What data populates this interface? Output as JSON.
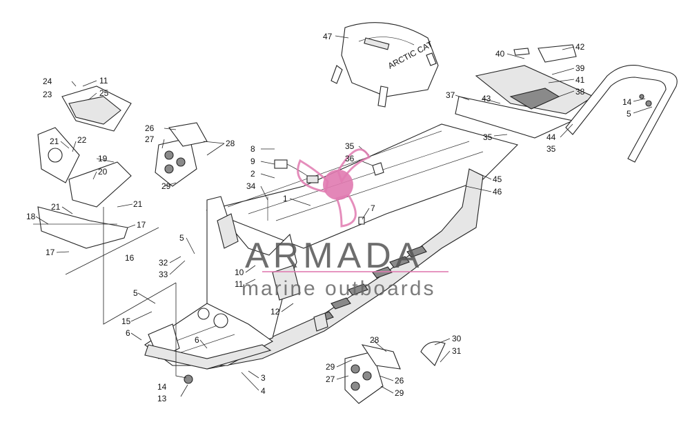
{
  "watermark": {
    "brand": "ARMADA",
    "tagline": "marine outboards",
    "logo_color": "#e07ab0"
  },
  "decal_text": "ARCTIC CAT",
  "callouts": [
    {
      "id": "c47",
      "text": "47"
    },
    {
      "id": "c42",
      "text": "42"
    },
    {
      "id": "c40",
      "text": "40"
    },
    {
      "id": "c39",
      "text": "39"
    },
    {
      "id": "c41",
      "text": "41"
    },
    {
      "id": "c38",
      "text": "38"
    },
    {
      "id": "c37",
      "text": "37"
    },
    {
      "id": "c43",
      "text": "43"
    },
    {
      "id": "c14a",
      "text": "14"
    },
    {
      "id": "c5a",
      "text": "5"
    },
    {
      "id": "c44",
      "text": "44"
    },
    {
      "id": "c35a",
      "text": "35"
    },
    {
      "id": "c35b",
      "text": "35"
    },
    {
      "id": "c35c",
      "text": "35"
    },
    {
      "id": "c36",
      "text": "36"
    },
    {
      "id": "c45",
      "text": "45"
    },
    {
      "id": "c46",
      "text": "46"
    },
    {
      "id": "c8",
      "text": "8"
    },
    {
      "id": "c9",
      "text": "9"
    },
    {
      "id": "c2",
      "text": "2"
    },
    {
      "id": "c34",
      "text": "34"
    },
    {
      "id": "c1",
      "text": "1"
    },
    {
      "id": "c7",
      "text": "7"
    },
    {
      "id": "c24",
      "text": "24"
    },
    {
      "id": "c23",
      "text": "23"
    },
    {
      "id": "c11a",
      "text": "11"
    },
    {
      "id": "c25",
      "text": "25"
    },
    {
      "id": "c21a",
      "text": "21"
    },
    {
      "id": "c22",
      "text": "22"
    },
    {
      "id": "c19",
      "text": "19"
    },
    {
      "id": "c20",
      "text": "20"
    },
    {
      "id": "c21b",
      "text": "21"
    },
    {
      "id": "c21c",
      "text": "21"
    },
    {
      "id": "c18",
      "text": "18"
    },
    {
      "id": "c17a",
      "text": "17"
    },
    {
      "id": "c17b",
      "text": "17"
    },
    {
      "id": "c16",
      "text": "16"
    },
    {
      "id": "c26a",
      "text": "26"
    },
    {
      "id": "c27a",
      "text": "27"
    },
    {
      "id": "c28a",
      "text": "28"
    },
    {
      "id": "c29a",
      "text": "29"
    },
    {
      "id": "c5b",
      "text": "5"
    },
    {
      "id": "c32",
      "text": "32"
    },
    {
      "id": "c33",
      "text": "33"
    },
    {
      "id": "c10",
      "text": "10"
    },
    {
      "id": "c11b",
      "text": "11"
    },
    {
      "id": "c5c",
      "text": "5"
    },
    {
      "id": "c15",
      "text": "15"
    },
    {
      "id": "c6a",
      "text": "6"
    },
    {
      "id": "c12",
      "text": "12"
    },
    {
      "id": "c6b",
      "text": "6"
    },
    {
      "id": "c14b",
      "text": "14"
    },
    {
      "id": "c13",
      "text": "13"
    },
    {
      "id": "c3",
      "text": "3"
    },
    {
      "id": "c4",
      "text": "4"
    },
    {
      "id": "c28b",
      "text": "28"
    },
    {
      "id": "c29b",
      "text": "29"
    },
    {
      "id": "c27b",
      "text": "27"
    },
    {
      "id": "c26b",
      "text": "26"
    },
    {
      "id": "c29c",
      "text": "29"
    },
    {
      "id": "c30",
      "text": "30"
    },
    {
      "id": "c31",
      "text": "31"
    }
  ]
}
